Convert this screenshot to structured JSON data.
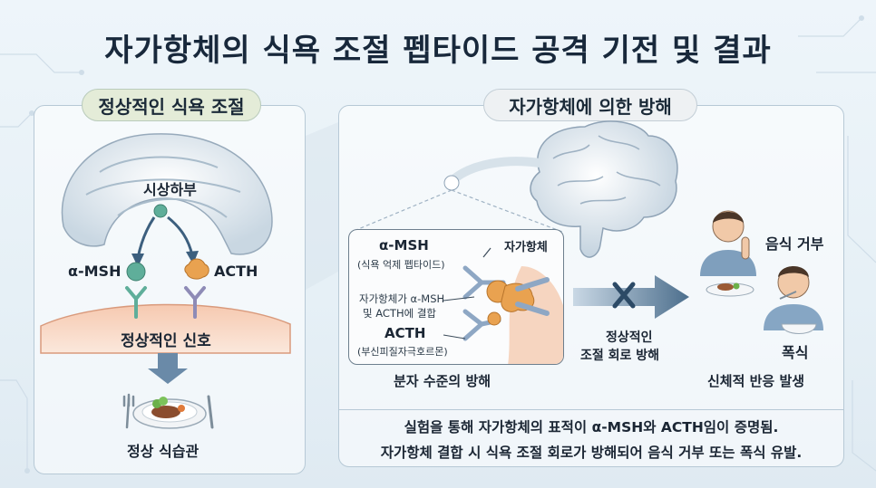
{
  "title": "자가항체의 식욕 조절 펩타이드 공격 기전 및 결과",
  "left_panel": {
    "badge": "정상적인 식욕 조절",
    "hypothalamus": "시상하부",
    "alpha_msh": "α-MSH",
    "acth": "ACTH",
    "normal_signal": "정상적인 신호",
    "normal_eating": "정상 식습관"
  },
  "right_panel": {
    "badge": "자가항체에 의한 방해",
    "inset": {
      "alpha_msh": "α-MSH",
      "alpha_msh_sub": "(식욕 억제 펩타이드)",
      "autoantibody": "자가항체",
      "binding_line1": "자가항체가 α-MSH",
      "binding_line2": "및 ACTH에 결합",
      "acth": "ACTH",
      "acth_sub": "(부신피질자극호르몬)"
    },
    "molecular_label": "분자 수준의 방해",
    "circuit_line1": "정상적인",
    "circuit_line2": "조절 회로 방해",
    "food_refusal": "음식 거부",
    "binge": "폭식",
    "physical_response": "신체적 반응 발생"
  },
  "summary": {
    "line1": "실험을 통해 자가항체의 표적이 α-MSH와 ACTH임이 증명됨.",
    "line2": "자가항체 결합 시 식욕 조절 회로가 방해되어 음식 거부 또는 폭식 유발."
  },
  "colors": {
    "alpha_msh": "#5fae9a",
    "acth": "#e9a250",
    "antibody": "#8ea7c4",
    "arrow": "#3c5f7e",
    "cross": "#2c4a66"
  }
}
